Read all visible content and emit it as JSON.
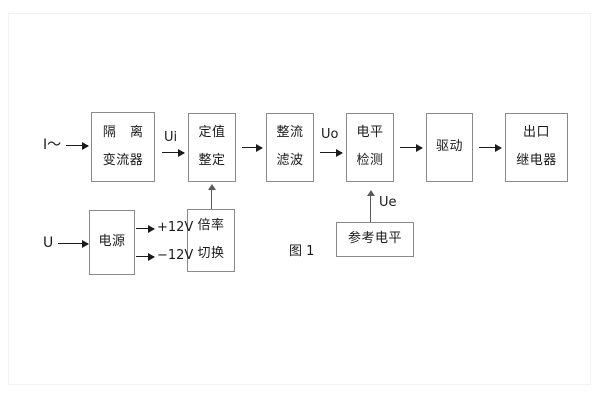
{
  "figure": {
    "caption": "图 1",
    "title_note": "",
    "colors": {
      "box_border": "#8a8a8a",
      "line": "#1b1b1b",
      "text": "#1b1b1b",
      "background": "#ffffff"
    }
  },
  "inputs": [
    {
      "id": "current-input",
      "label": "I～"
    },
    {
      "id": "voltage-input",
      "label": "U"
    }
  ],
  "signals": [
    {
      "id": "ui",
      "label": "Ui"
    },
    {
      "id": "uo",
      "label": "Uo"
    },
    {
      "id": "ue",
      "label": "Ue"
    }
  ],
  "rails": [
    {
      "id": "positive-rail",
      "label": "+12V"
    },
    {
      "id": "negative-rail",
      "label": "−12V"
    }
  ],
  "blocks": {
    "main_chain": [
      {
        "id": "isolation-transformer",
        "line1": "隔 离",
        "line2": "变流器"
      },
      {
        "id": "setting-adjust",
        "line1": "定值",
        "line2": "整定"
      },
      {
        "id": "rectify-filter",
        "line1": "整流",
        "line2": "滤波"
      },
      {
        "id": "level-detect",
        "line1": "电平",
        "line2": "检测"
      },
      {
        "id": "drive",
        "line1": "驱动",
        "line2": ""
      },
      {
        "id": "output-relay",
        "line1": "出口",
        "line2": "继电器"
      }
    ],
    "support": [
      {
        "id": "power-supply",
        "line1": "电源",
        "line2": ""
      },
      {
        "id": "ratio-switch",
        "line1": "倍率",
        "line2": "切换"
      },
      {
        "id": "reference-level",
        "line1": "参考电平",
        "line2": ""
      }
    ]
  }
}
